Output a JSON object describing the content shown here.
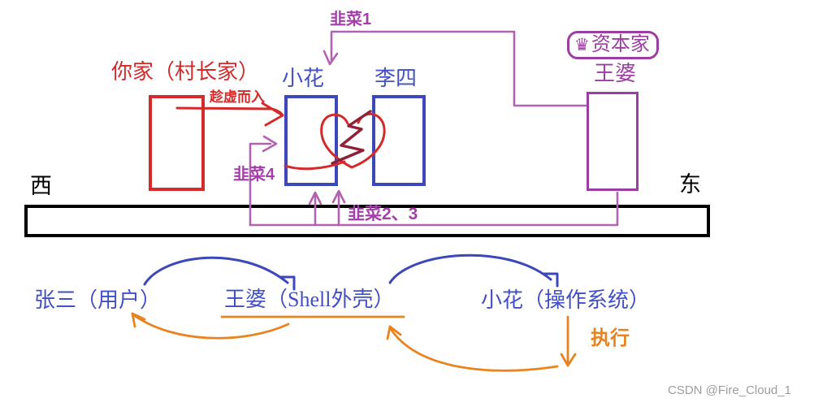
{
  "colors": {
    "background": "#ffffff",
    "red": "#d42a2a",
    "dark_red": "#8e2038",
    "blue": "#3c47bb",
    "blue_text": "#4250c4",
    "purple_line": "#b163b1",
    "purple_label": "#a23fa8",
    "purple_deep": "#9c3da3",
    "orange": "#e8831f",
    "black": "#000000",
    "gray": "#9d9d9d"
  },
  "scene": {
    "icons": {
      "crown": "♛"
    },
    "labels": {
      "leek1": "韭菜1",
      "leek4": "韭菜4",
      "leek23": "韭菜2、3",
      "your_home": "你家（村长家）",
      "sneak_in": "趁虚而入",
      "xiaohua": "小花",
      "lisi": "李四",
      "capitalist": "资本家",
      "wangpo": "王婆",
      "west": "西",
      "east": "东"
    }
  },
  "flow": {
    "zhangsan": "张三（用户）",
    "wangpo_shell": "王婆（Shell外壳）",
    "xiaohua_os": "小花（操作系统）",
    "execute": "执行"
  },
  "watermark": "CSDN @Fire_Cloud_1"
}
